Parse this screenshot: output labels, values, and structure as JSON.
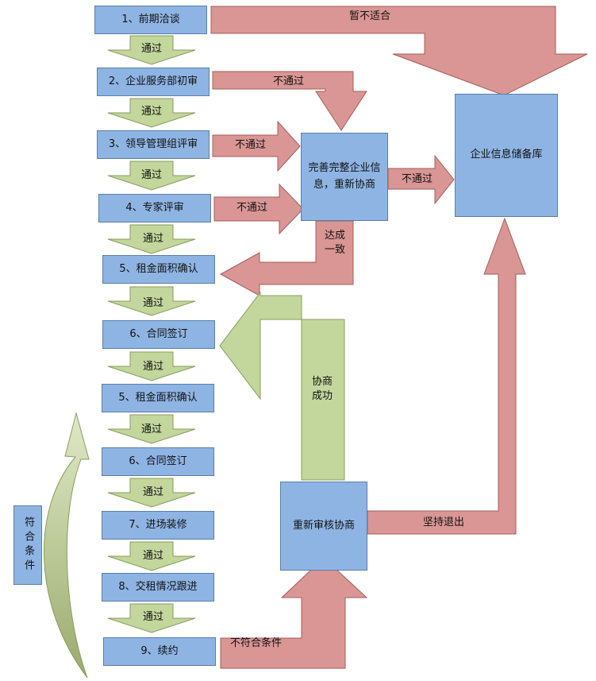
{
  "steps": [
    "1、前期洽谈",
    "2、企业服务部初审",
    "3、领导管理组评审",
    "4、专家评审",
    "5、租金面积确认",
    "6、合同签订",
    "5、租金面积确认",
    "6、合同签订",
    "7、进场装修",
    "8、交租情况跟进",
    "9、续约"
  ],
  "nodes": {
    "improve": "完善完整企业信息，重新协商",
    "reserve": "企业信息储备库",
    "renegotiate": "重新审核协商",
    "qualified": "符合条件"
  },
  "labels": {
    "pass": "通过",
    "fail": "不通过",
    "unsuitable": "暂不适合",
    "agreed": "达成一致",
    "success": "协商成功",
    "exit": "坚持退出",
    "not_qualified": "不符合条件"
  },
  "colors": {
    "box_fill": "#8eb4e3",
    "green_arrow": "#c3d69b",
    "red_arrow": "#d99694",
    "arc_dark": "#9aab6e"
  }
}
